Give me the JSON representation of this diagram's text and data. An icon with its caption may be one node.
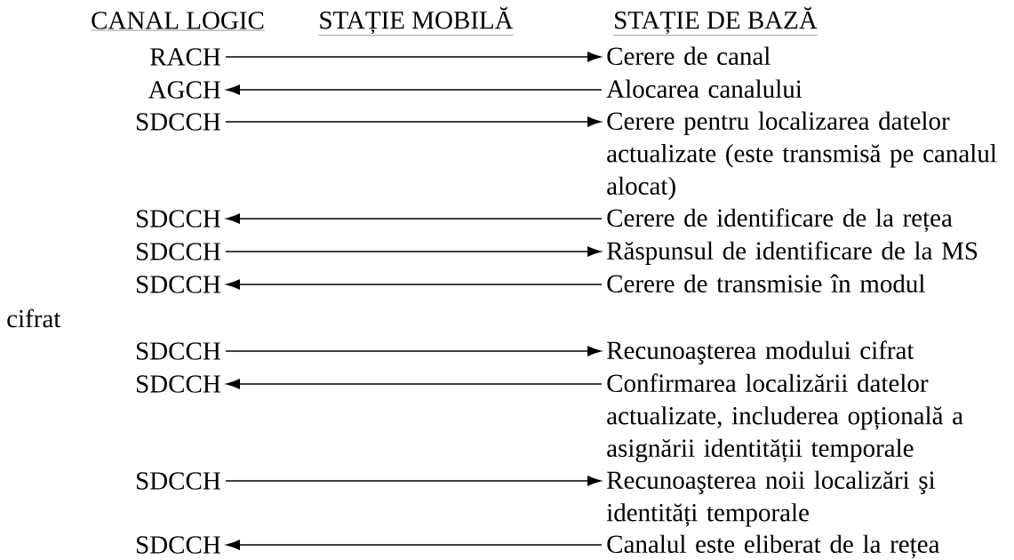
{
  "diagram": {
    "nodes": [
      {
        "text": [
          "RACH"
        ]
      },
      {
        "text": [
          "Cerere de canal"
        ]
      },
      {
        "text": [
          "AGCH"
        ]
      },
      {
        "text": [
          "Alocarea canalului"
        ]
      },
      {
        "text": [
          "SDCCH"
        ]
      },
      {
        "text": [
          "Cerere pentru localizarea datelor actualizate (este transmisă pe canalul alocat)"
        ]
      },
      {
        "text": [
          "SDCCH"
        ]
      },
      {
        "text": [
          "Cerere de identificare de la rețea"
        ]
      },
      {
        "text": [
          "SDCCH"
        ]
      },
      {
        "text": [
          "Răspunsul de identificare de la MS"
        ]
      },
      {
        "text": [
          "SDCCH"
        ]
      },
      {
        "text": [
          "Cerere de transmisie în modul",
          "cifrat"
        ]
      },
      {
        "text": [
          "SDCCH"
        ]
      },
      {
        "text": [
          "Recunoaşterea modului cifrat"
        ]
      },
      {
        "text": [
          "SDCCH"
        ]
      },
      {
        "text": [
          "Confirmarea localizării datelor actualizate, includerea opțională a asignării identității temporale"
        ]
      },
      {
        "text": [
          "SDCCH"
        ]
      },
      {
        "text": [
          "Recunoaşterea noii localizări şi identități temporale"
        ]
      },
      {
        "text": [
          "SDCCH"
        ]
      },
      {
        "text": [
          "Canalul este eliberat de la rețea"
        ]
      }
    ],
    "edges": [
      {
        "from": 0,
        "to": 1,
        "arrow": "to"
      },
      {
        "from": 3,
        "to": 2,
        "arrow": "to"
      },
      {
        "from": 4,
        "to": 5,
        "arrow": "to"
      },
      {
        "from": 7,
        "to": 6,
        "arrow": "to"
      },
      {
        "from": 8,
        "to": 9,
        "arrow": "to"
      },
      {
        "from": 11,
        "to": 10,
        "arrow": "to"
      },
      {
        "from": 12,
        "to": 13,
        "arrow": "to"
      },
      {
        "from": 15,
        "to": 14,
        "arrow": "to"
      },
      {
        "from": 16,
        "to": 17,
        "arrow": "to"
      },
      {
        "from": 19,
        "to": 18,
        "arrow": "to"
      }
    ],
    "labels": [
      "CANAL LOGIC",
      "STAȚIE MOBILĂ",
      "STAȚIE DE BAZĂ"
    ]
  }
}
